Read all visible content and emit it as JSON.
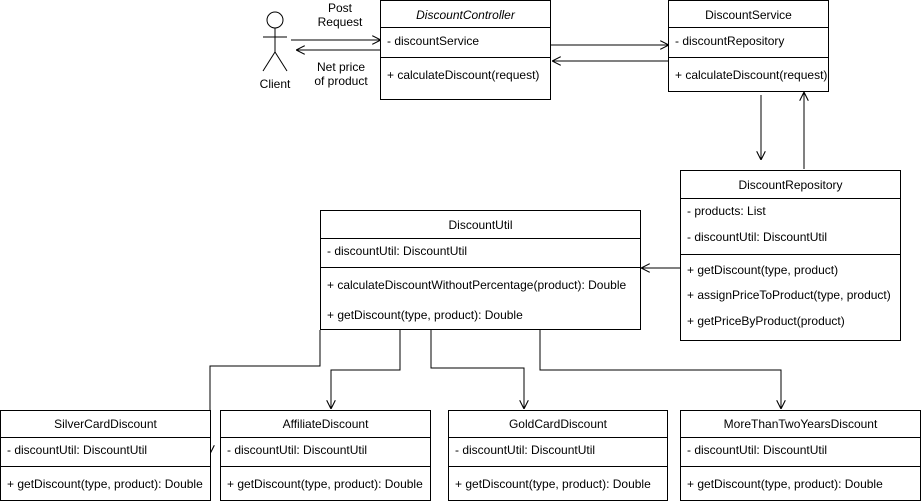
{
  "actor": {
    "name": "Client"
  },
  "messages": {
    "request_line1": "Post",
    "request_line2": "Request",
    "response_line1": "Net price",
    "response_line2": "of product"
  },
  "classes": {
    "discount_controller": {
      "name": "DiscountController",
      "attributes": [
        "- discountService"
      ],
      "methods": [
        "+ calculateDiscount(request)"
      ]
    },
    "discount_service": {
      "name": "DiscountService",
      "attributes": [
        "- discountRepository"
      ],
      "methods": [
        "+ calculateDiscount(request)"
      ]
    },
    "discount_repository": {
      "name": "DiscountRepository",
      "attributes": [
        "- products: List",
        "- discountUtil: DiscountUtil"
      ],
      "methods": [
        "+ getDiscount(type, product)",
        "+ assignPriceToProduct(type, product)",
        "+ getPriceByProduct(product)"
      ]
    },
    "discount_util": {
      "name": "DiscountUtil",
      "attributes": [
        "- discountUtil: DiscountUtil"
      ],
      "methods": [
        "+ calculateDiscountWithoutPercentage(product): Double",
        "+ getDiscount(type, product): Double"
      ]
    },
    "silver_card_discount": {
      "name": "SilverCardDiscount",
      "attributes": [
        "- discountUtil: DiscountUtil"
      ],
      "methods": [
        "+ getDiscount(type, product): Double"
      ]
    },
    "affiliate_discount": {
      "name": "AffiliateDiscount",
      "attributes": [
        "- discountUtil: DiscountUtil"
      ],
      "methods": [
        "+ getDiscount(type, product): Double"
      ]
    },
    "gold_card_discount": {
      "name": "GoldCardDiscount",
      "attributes": [
        "- discountUtil: DiscountUtil"
      ],
      "methods": [
        "+ getDiscount(type, product): Double"
      ]
    },
    "more_than_two_years_discount": {
      "name": "MoreThanTwoYearsDiscount",
      "attributes": [
        "- discountUtil: DiscountUtil"
      ],
      "methods": [
        "+ getDiscount(type, product): Double"
      ]
    }
  }
}
